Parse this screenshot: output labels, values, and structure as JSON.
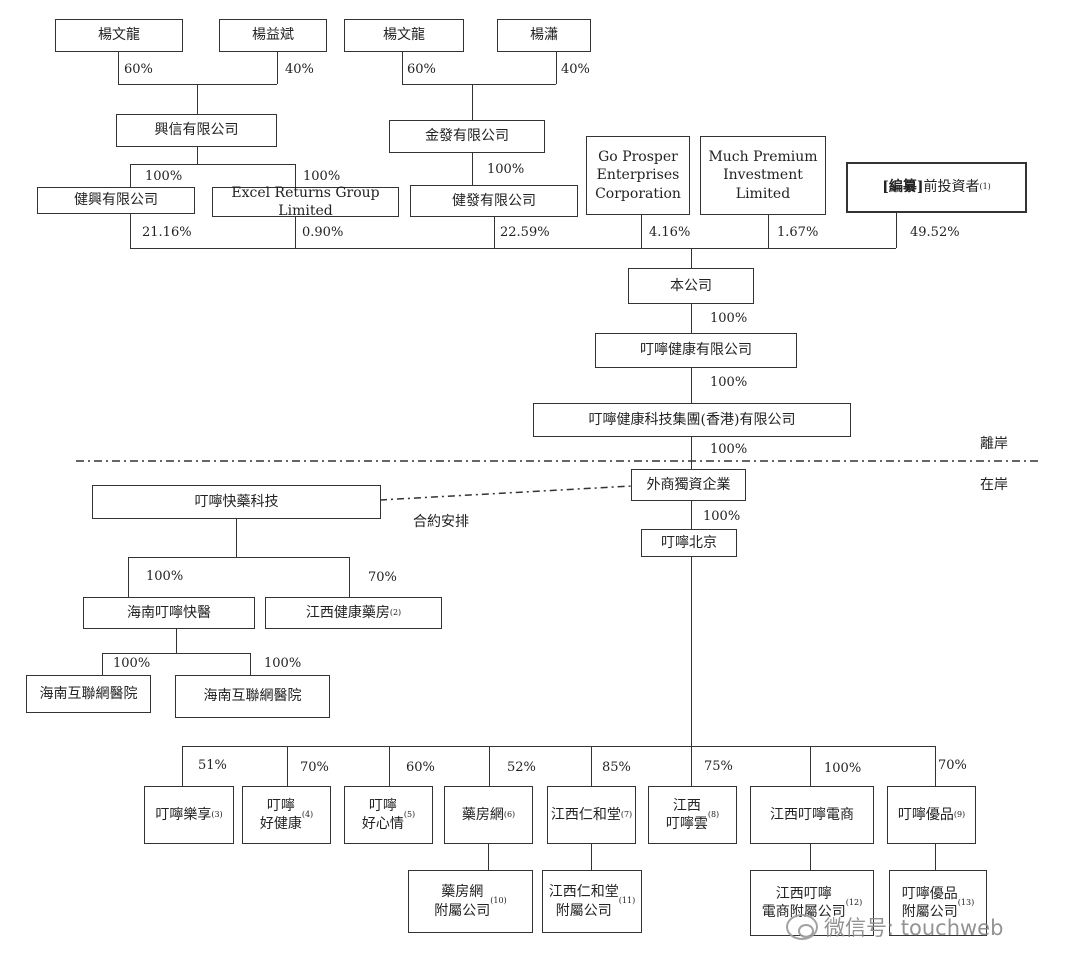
{
  "shareholders_top": {
    "yang_wenlong_1": "楊文龍",
    "yang_yibin": "楊益斌",
    "yang_wenlong_2": "楊文龍",
    "yang_xiao": "楊瀟",
    "pct_60_a": "60%",
    "pct_40_a": "40%",
    "pct_60_b": "60%",
    "pct_40_b": "40%"
  },
  "holding_level2": {
    "xingxin": "興信有限公司",
    "jinfa": "金發有限公司",
    "pct_100_a": "100%",
    "pct_100_b": "100%",
    "pct_100_c": "100%"
  },
  "shareholders_direct": {
    "jianxing": "健興有限公司",
    "excel": "Excel Returns Group Limited",
    "jianfa": "健發有限公司",
    "go_prosper": "Go Prosper\nEnterprises\nCorporation",
    "much_premium": "Much Premium\nInvestment\nLimited",
    "pre_ipo_prefix": "[編纂]",
    "pre_ipo_text": "前投資者",
    "pre_ipo_note": "(1)",
    "pct_jianxing": "21.16%",
    "pct_excel": "0.90%",
    "pct_jianfa": "22.59%",
    "pct_go": "4.16%",
    "pct_much": "1.67%",
    "pct_preipo": "49.52%"
  },
  "company_chain": {
    "company": "本公司",
    "pct_1": "100%",
    "dingdang_health": "叮嚀健康有限公司",
    "pct_2": "100%",
    "dingdang_hk": "叮嚀健康科技集團(香港)有限公司",
    "pct_3": "100%",
    "offshore": "離岸",
    "onshore": "在岸",
    "wfoe": "外商獨資企業",
    "contract": "合約安排",
    "pct_4": "100%",
    "beijing": "叮嚀北京"
  },
  "vie": {
    "kuaiyao": "叮嚀快藥科技",
    "pct_hainan": "100%",
    "pct_jiangxi": "70%",
    "hainan_kuaiyi": "海南叮嚀快醫",
    "jiangxi_pharmacy": "江西健康藥房",
    "jiangxi_pharmacy_note": "(2)",
    "pct_hosp_1": "100%",
    "pct_hosp_2": "100%",
    "hosp_1": "海南互聯網醫院",
    "hosp_2": "海南互聯網醫院"
  },
  "subsidiaries": [
    {
      "name": "叮嚀樂享",
      "note": "(3)",
      "pct": "51%"
    },
    {
      "name": "叮嚀\n好健康",
      "note": "(4)",
      "pct": "70%"
    },
    {
      "name": "叮嚀\n好心情",
      "note": "(5)",
      "pct": "60%"
    },
    {
      "name": "藥房網",
      "note": "(6)",
      "pct": "52%"
    },
    {
      "name": "江西仁和堂",
      "note": "(7)",
      "pct": "85%"
    },
    {
      "name": "江西\n叮嚀雲",
      "note": "(8)",
      "pct": "75%"
    },
    {
      "name": "江西叮嚀電商",
      "note": "",
      "pct": "100%"
    },
    {
      "name": "叮嚀優品",
      "note": "(9)",
      "pct": "70%"
    }
  ],
  "affiliates": [
    {
      "name": "藥房網\n附屬公司",
      "note": "(10)"
    },
    {
      "name": "江西仁和堂\n附屬公司",
      "note": "(11)"
    },
    {
      "name": "江西叮嚀\n電商附屬公司",
      "note": "(12)"
    },
    {
      "name": "叮嚀優品\n附屬公司",
      "note": "(13)"
    }
  ],
  "watermark": "微信号: touchweb",
  "icons": {
    "watermark": "wechat-icon"
  }
}
